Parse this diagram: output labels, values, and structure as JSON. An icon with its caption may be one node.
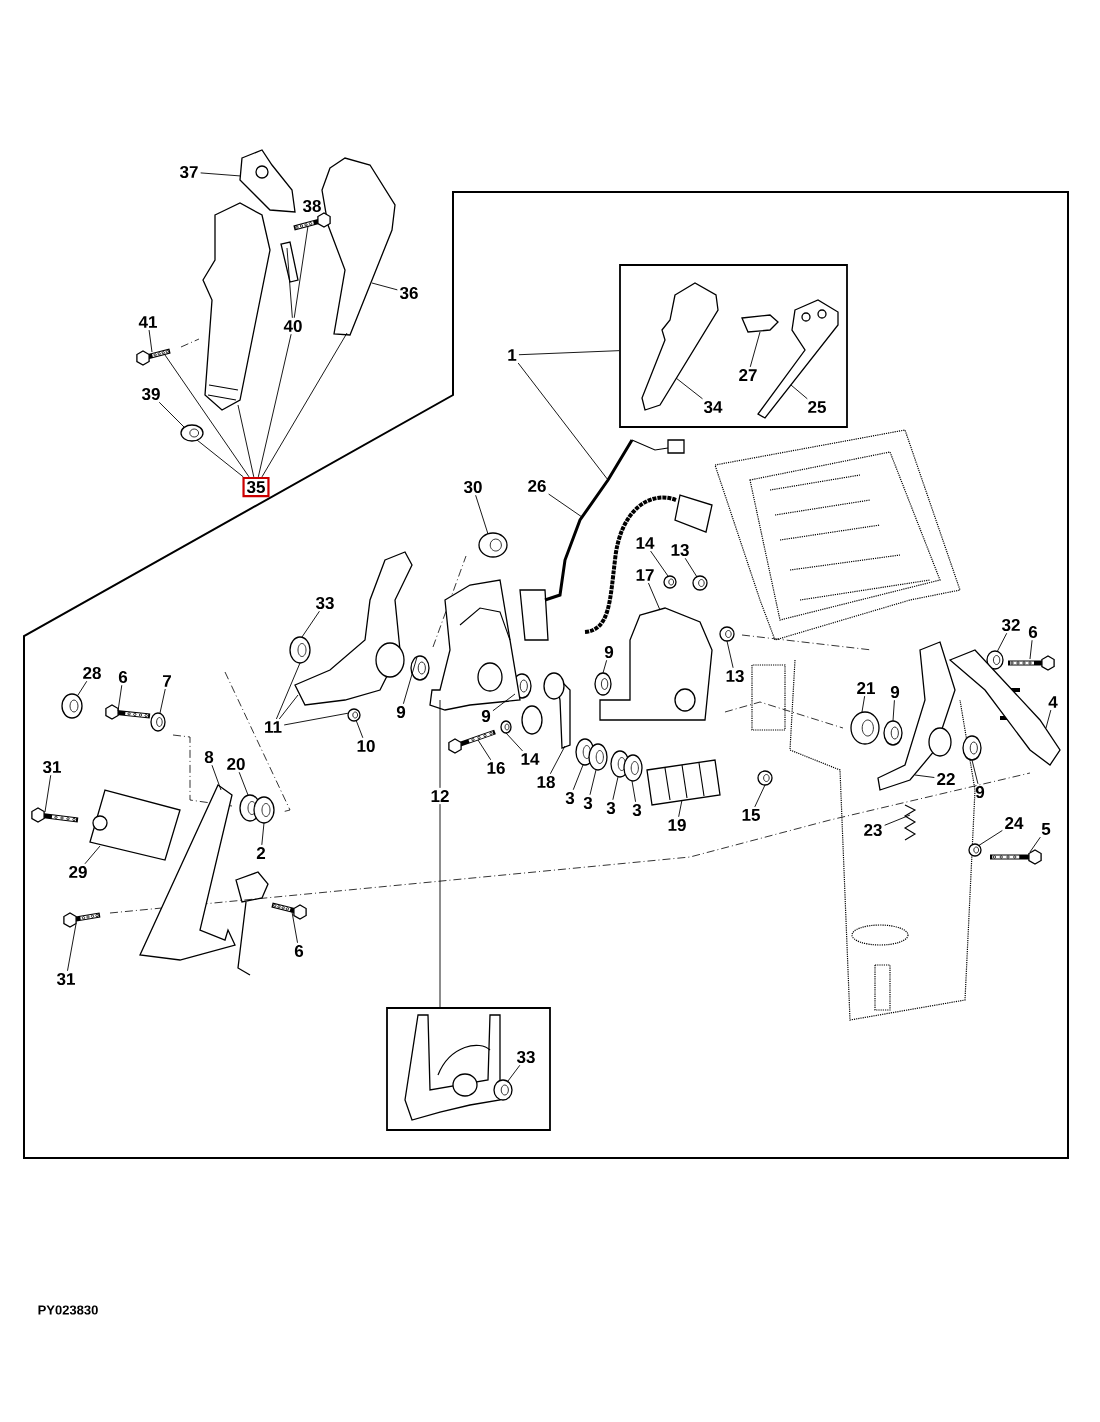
{
  "diagram": {
    "nodes": [
      {
        "text": [
          "37"
        ]
      },
      {
        "text": [
          "36"
        ]
      },
      {
        "text": [
          "41"
        ]
      },
      {
        "text": [
          "40"
        ]
      },
      {
        "text": [
          "39"
        ]
      },
      {
        "text": [
          "35"
        ]
      },
      {
        "text": [],
        "shape": "box"
      },
      {
        "text": [
          "34"
        ],
        "in": 6
      },
      {
        "text": [
          "27"
        ],
        "in": 6
      },
      {
        "text": [
          "25"
        ],
        "in": 6
      },
      {
        "text": [
          "1"
        ]
      },
      {
        "text": [
          "30"
        ]
      },
      {
        "text": [
          "26"
        ]
      },
      {
        "text": [
          "14"
        ]
      },
      {
        "text": [
          "13"
        ]
      },
      {
        "text": [
          "17"
        ]
      },
      {
        "text": [
          "33"
        ]
      },
      {
        "text": [
          "9"
        ]
      },
      {
        "text": [
          "9"
        ]
      },
      {
        "text": [
          "9"
        ]
      },
      {
        "text": [
          "13"
        ]
      },
      {
        "text": [
          "11"
        ]
      },
      {
        "text": [
          "10"
        ]
      },
      {
        "text": [
          "28"
        ]
      },
      {
        "text": [
          "6"
        ]
      },
      {
        "text": [
          "7"
        ]
      },
      {
        "text": [
          "31"
        ]
      },
      {
        "text": [
          "8"
        ]
      },
      {
        "text": [
          "20"
        ]
      },
      {
        "text": [
          "2"
        ]
      },
      {
        "text": [
          "29"
        ]
      },
      {
        "text": [
          "31"
        ]
      },
      {
        "text": [
          "6"
        ]
      },
      {
        "text": [
          "12"
        ]
      },
      {
        "text": [
          "16"
        ]
      },
      {
        "text": [
          "14"
        ]
      },
      {
        "text": [
          "18"
        ]
      },
      {
        "text": [
          "3"
        ]
      },
      {
        "text": [
          "3"
        ]
      },
      {
        "text": [
          "3"
        ]
      },
      {
        "text": [
          "3"
        ]
      },
      {
        "text": [
          "19"
        ]
      },
      {
        "text": [
          "15"
        ]
      },
      {
        "text": [
          "21"
        ]
      },
      {
        "text": [
          "9"
        ]
      },
      {
        "text": [
          "32"
        ]
      },
      {
        "text": [
          "6"
        ]
      },
      {
        "text": [
          "4"
        ]
      },
      {
        "text": [
          "22"
        ]
      },
      {
        "text": [
          "9"
        ]
      },
      {
        "text": [
          "23"
        ]
      },
      {
        "text": [
          "24"
        ]
      },
      {
        "text": [
          "5"
        ]
      },
      {
        "text": [],
        "shape": "box"
      },
      {
        "text": [
          "33"
        ],
        "in": 53
      },
      {
        "text": [],
        "shape": "picture"
      },
      {
        "text": [],
        "shape": "picture"
      },
      {
        "text": [],
        "shape": "picture"
      },
      {
        "text": [],
        "shape": "picture"
      },
      {
        "text": [],
        "shape": "picture"
      },
      {
        "text": [],
        "shape": "circle"
      },
      {
        "text": [],
        "shape": "picture"
      },
      {
        "text": [],
        "shape": "picture",
        "in": 6
      },
      {
        "text": [],
        "shape": "picture",
        "in": 6
      },
      {
        "text": [],
        "shape": "picture",
        "in": 6
      },
      {
        "text": [],
        "shape": "picture"
      },
      {
        "text": [],
        "shape": "circle"
      },
      {
        "text": [],
        "shape": "circle"
      },
      {
        "text": [],
        "shape": "circle"
      },
      {
        "text": [],
        "shape": "picture"
      },
      {
        "text": [],
        "shape": "circle"
      },
      {
        "text": [],
        "shape": "circle"
      },
      {
        "text": [],
        "shape": "circle"
      },
      {
        "text": [],
        "shape": "circle"
      },
      {
        "text": [],
        "shape": "circle"
      },
      {
        "text": [],
        "shape": "picture"
      },
      {
        "text": [],
        "shape": "circle"
      },
      {
        "text": [],
        "shape": "circle"
      },
      {
        "text": [],
        "shape": "picture"
      },
      {
        "text": [],
        "shape": "circle"
      },
      {
        "text": [],
        "shape": "picture"
      },
      {
        "text": [],
        "shape": "picture"
      },
      {
        "text": [],
        "shape": "circle"
      },
      {
        "text": [],
        "shape": "circle"
      },
      {
        "text": [],
        "shape": "picture"
      },
      {
        "text": [],
        "shape": "picture"
      },
      {
        "text": [],
        "shape": "picture"
      },
      {
        "text": [],
        "shape": "picture"
      },
      {
        "text": [],
        "shape": "picture"
      },
      {
        "text": [],
        "shape": "circle"
      },
      {
        "text": [],
        "shape": "picture"
      },
      {
        "text": [],
        "shape": "circle"
      },
      {
        "text": [],
        "shape": "circle"
      },
      {
        "text": [],
        "shape": "circle"
      },
      {
        "text": [],
        "shape": "circle"
      },
      {
        "text": [],
        "shape": "picture"
      },
      {
        "text": [],
        "shape": "circle"
      },
      {
        "text": [],
        "shape": "circle"
      },
      {
        "text": [],
        "shape": "circle"
      },
      {
        "text": [],
        "shape": "circle"
      },
      {
        "text": [],
        "shape": "picture"
      },
      {
        "text": [],
        "shape": "picture"
      },
      {
        "text": [],
        "shape": "picture"
      },
      {
        "text": [],
        "shape": "circle"
      },
      {
        "text": [],
        "shape": "picture"
      },
      {
        "text": [],
        "shape": "circle"
      },
      {
        "text": [],
        "shape": "picture"
      },
      {
        "text": [],
        "shape": "circle",
        "in": 53
      }
    ],
    "edges": [
      {
        "from": 0,
        "to": 55,
        "arrow": "none"
      },
      {
        "from": 1,
        "to": 56,
        "arrow": "none"
      },
      {
        "from": 2,
        "to": 57,
        "arrow": "none"
      },
      {
        "from": 3,
        "to": 58,
        "arrow": "none"
      },
      {
        "from": 3,
        "to": 59,
        "arrow": "none"
      },
      {
        "from": 4,
        "to": 60,
        "arrow": "none"
      },
      {
        "from": 5,
        "to": 57,
        "arrow": "none"
      },
      {
        "from": 5,
        "to": 60,
        "arrow": "none"
      },
      {
        "from": 5,
        "to": 61,
        "arrow": "none"
      },
      {
        "from": 5,
        "to": 3,
        "arrow": "none"
      },
      {
        "from": 5,
        "to": 56,
        "arrow": "none"
      },
      {
        "from": 7,
        "to": 62,
        "arrow": "none"
      },
      {
        "from": 8,
        "to": 63,
        "arrow": "none"
      },
      {
        "from": 9,
        "to": 64,
        "arrow": "none"
      },
      {
        "from": 10,
        "to": 6,
        "arrow": "none"
      },
      {
        "from": 10,
        "to": 65,
        "arrow": "none"
      },
      {
        "from": 11,
        "to": 66,
        "arrow": "none"
      },
      {
        "from": 12,
        "to": 65,
        "arrow": "none"
      },
      {
        "from": 13,
        "to": 67,
        "arrow": "none"
      },
      {
        "from": 14,
        "to": 68,
        "arrow": "none"
      },
      {
        "from": 15,
        "to": 69,
        "arrow": "none"
      },
      {
        "from": 16,
        "to": 70,
        "arrow": "none"
      },
      {
        "from": 17,
        "to": 71,
        "arrow": "none"
      },
      {
        "from": 18,
        "to": 72,
        "arrow": "none"
      },
      {
        "from": 19,
        "to": 73,
        "arrow": "none"
      },
      {
        "from": 20,
        "to": 74,
        "arrow": "none"
      },
      {
        "from": 21,
        "to": 70,
        "arrow": "none"
      },
      {
        "from": 21,
        "to": 75,
        "arrow": "none"
      },
      {
        "from": 21,
        "to": 76,
        "arrow": "none"
      },
      {
        "from": 22,
        "to": 76,
        "arrow": "none"
      },
      {
        "from": 23,
        "to": 77,
        "arrow": "none"
      },
      {
        "from": 24,
        "to": 78,
        "arrow": "none"
      },
      {
        "from": 25,
        "to": 79,
        "arrow": "none"
      },
      {
        "from": 26,
        "to": 80,
        "arrow": "none"
      },
      {
        "from": 27,
        "to": 81,
        "arrow": "none"
      },
      {
        "from": 28,
        "to": 82,
        "arrow": "none"
      },
      {
        "from": 29,
        "to": 83,
        "arrow": "none"
      },
      {
        "from": 30,
        "to": 84,
        "arrow": "none"
      },
      {
        "from": 31,
        "to": 85,
        "arrow": "none"
      },
      {
        "from": 32,
        "to": 86,
        "arrow": "none"
      },
      {
        "from": 33,
        "to": 87,
        "arrow": "none"
      },
      {
        "from": 33,
        "to": 53,
        "arrow": "none"
      },
      {
        "from": 34,
        "to": 88,
        "arrow": "none"
      },
      {
        "from": 35,
        "to": 89,
        "arrow": "none"
      },
      {
        "from": 36,
        "to": 90,
        "arrow": "none"
      },
      {
        "from": 37,
        "to": 91,
        "arrow": "none"
      },
      {
        "from": 38,
        "to": 92,
        "arrow": "none"
      },
      {
        "from": 39,
        "to": 93,
        "arrow": "none"
      },
      {
        "from": 40,
        "to": 94,
        "arrow": "none"
      },
      {
        "from": 41,
        "to": 95,
        "arrow": "none"
      },
      {
        "from": 42,
        "to": 96,
        "arrow": "none"
      },
      {
        "from": 43,
        "to": 97,
        "arrow": "none"
      },
      {
        "from": 44,
        "to": 98,
        "arrow": "none"
      },
      {
        "from": 45,
        "to": 99,
        "arrow": "none"
      },
      {
        "from": 46,
        "to": 100,
        "arrow": "none"
      },
      {
        "from": 47,
        "to": 101,
        "arrow": "none"
      },
      {
        "from": 48,
        "to": 102,
        "arrow": "none"
      },
      {
        "from": 49,
        "to": 103,
        "arrow": "none"
      },
      {
        "from": 50,
        "to": 104,
        "arrow": "none"
      },
      {
        "from": 51,
        "to": 105,
        "arrow": "none"
      },
      {
        "from": 52,
        "to": 106,
        "arrow": "none"
      },
      {
        "from": 54,
        "to": 107,
        "arrow": "none"
      }
    ],
    "labels": [
      "38",
      "PY023830"
    ]
  }
}
